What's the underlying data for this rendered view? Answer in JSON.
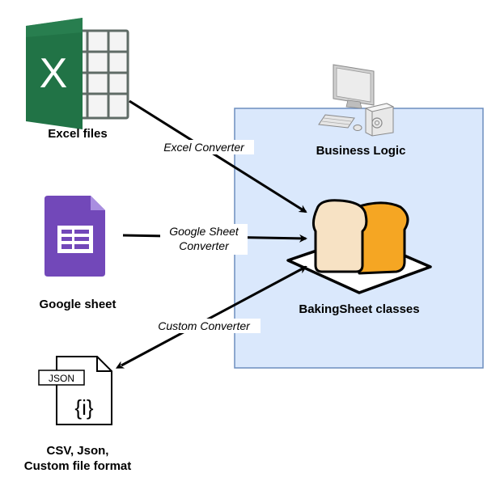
{
  "container": {
    "title": "Business Logic",
    "fill": "#dae8fc",
    "stroke": "#6c8ebf"
  },
  "nodes": {
    "excel": {
      "label": "Excel files",
      "icon_letter": "X",
      "color": "#217346"
    },
    "google_sheet": {
      "label": "Google sheet",
      "color": "#7248b9"
    },
    "custom_file": {
      "label_line1": "CSV, Json,",
      "label_line2": "Custom file format",
      "icon_tag": "JSON",
      "icon_symbol": "{i}"
    },
    "bakingsheet": {
      "label": "BakingSheet classes"
    }
  },
  "edges": {
    "excel_converter": {
      "label": "Excel Converter"
    },
    "google_converter": {
      "label_line1": "Google Sheet",
      "label_line2": "Converter"
    },
    "custom_converter": {
      "label": "Custom Converter"
    }
  }
}
